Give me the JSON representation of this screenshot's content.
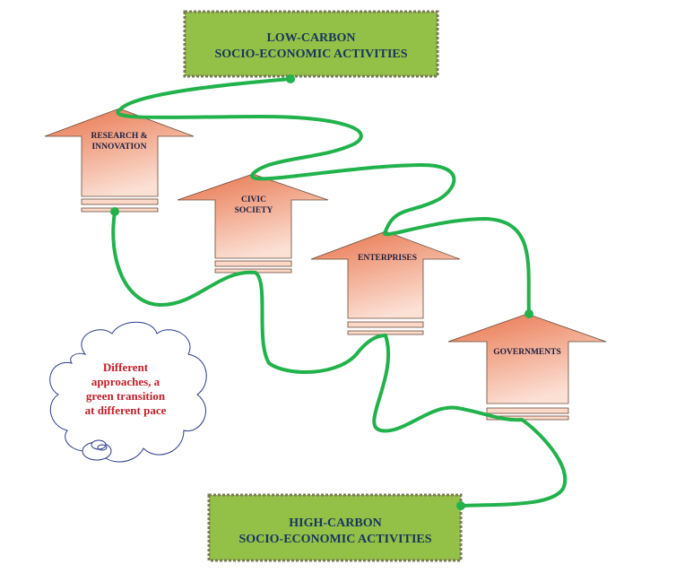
{
  "top_box": {
    "line1": "LOW-CARBON",
    "line2": "SOCIO-ECONOMIC ACTIVITIES"
  },
  "bottom_box": {
    "line1": "HIGH-CARBON",
    "line2": "SOCIO-ECONOMIC ACTIVITIES"
  },
  "arrows": {
    "research": {
      "line1": "RESEARCH &",
      "line2": "INNOVATION"
    },
    "civic": {
      "line1": "CIVIC",
      "line2": "SOCIETY"
    },
    "enterprises": {
      "line1": "ENTERPRISES"
    },
    "governments": {
      "line1": "GOVERNMENTS"
    }
  },
  "cloud": {
    "line1": "Different",
    "line2": "approaches, a",
    "line3": "green transition",
    "line4": "at different pace"
  },
  "colors": {
    "box_fill": "#93c047",
    "box_border": "#7a7a5a",
    "path_green": "#22b24c",
    "arrow_top": "#e8734a",
    "arrow_bottom": "#fbe0d4",
    "cloud_stroke": "#2b3a8f",
    "cloud_text": "#c0202a"
  }
}
